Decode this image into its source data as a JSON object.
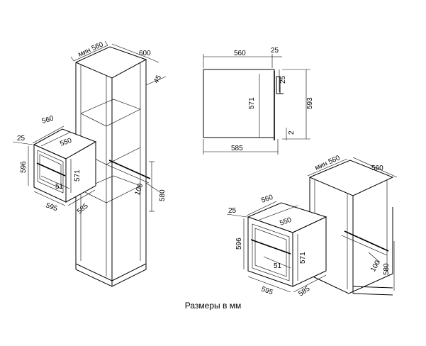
{
  "caption": "Размеры в мм",
  "tall_cabinet": {
    "dim_min560": "мин 560",
    "dim_600": "600",
    "dim_45": "45",
    "dim_100": "100",
    "dim_580": "580"
  },
  "oven_left": {
    "dim_25": "25",
    "dim_560": "560",
    "dim_550": "550",
    "dim_596": "596",
    "dim_571": "571",
    "dim_51": "51",
    "dim_595": "595",
    "dim_585": "585"
  },
  "side_view": {
    "dim_560": "560",
    "dim_25_top": "25",
    "dim_25_side": "25",
    "dim_571": "571",
    "dim_593": "593",
    "dim_2": "2",
    "dim_585": "585"
  },
  "under_counter": {
    "dim_min560": "мин 560",
    "dim_560": "560",
    "dim_100": "100",
    "dim_580": "580"
  },
  "oven_right": {
    "dim_25": "25",
    "dim_560": "560",
    "dim_550": "550",
    "dim_596": "596",
    "dim_571": "571",
    "dim_51": "51",
    "dim_595": "595",
    "dim_585": "585"
  }
}
